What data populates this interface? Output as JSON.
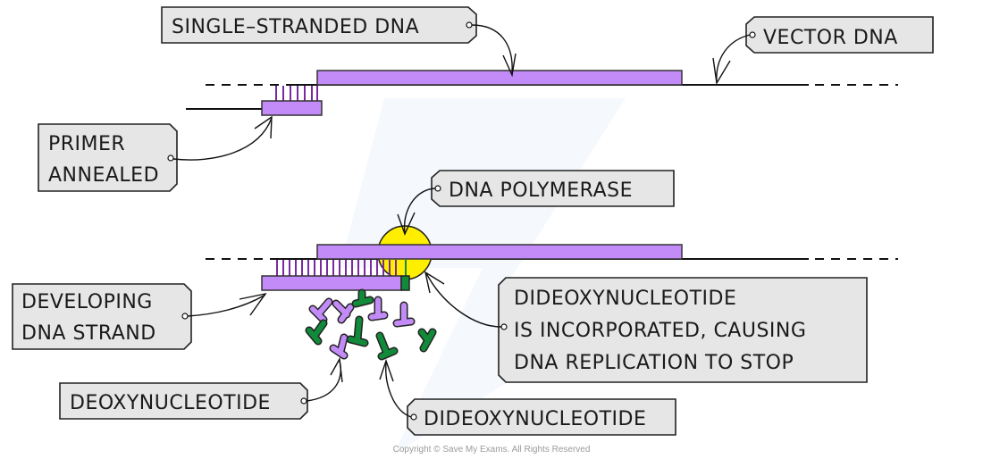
{
  "labels": {
    "single_stranded_dna": "SINGLE–STRANDED DNA",
    "vector_dna": "VECTOR DNA",
    "primer_annealed": [
      "PRIMER",
      "ANNEALED"
    ],
    "dna_polymerase": "DNA POLYMERASE",
    "developing_strand": [
      "DEVELOPING",
      "DNA STRAND"
    ],
    "dideoxy_incorporated": [
      "DIDEOXYNUCLEOTIDE",
      "IS INCORPORATED, CAUSING",
      "DNA REPLICATION TO STOP"
    ],
    "deoxynucleotide": "DEOXYNUCLEOTIDE",
    "dideoxynucleotide": "DIDEOXYNUCLEOTIDE"
  },
  "copyright": "Copyright © Save My Exams. All Rights Reserved",
  "colors": {
    "strand_purple": "#c38bf7",
    "base_pair_purple": "#7a2aa0",
    "polymerase_yellow": "#ffee00",
    "dideoxy_green": "#118a3a",
    "label_bg": "#e6e6e6"
  }
}
